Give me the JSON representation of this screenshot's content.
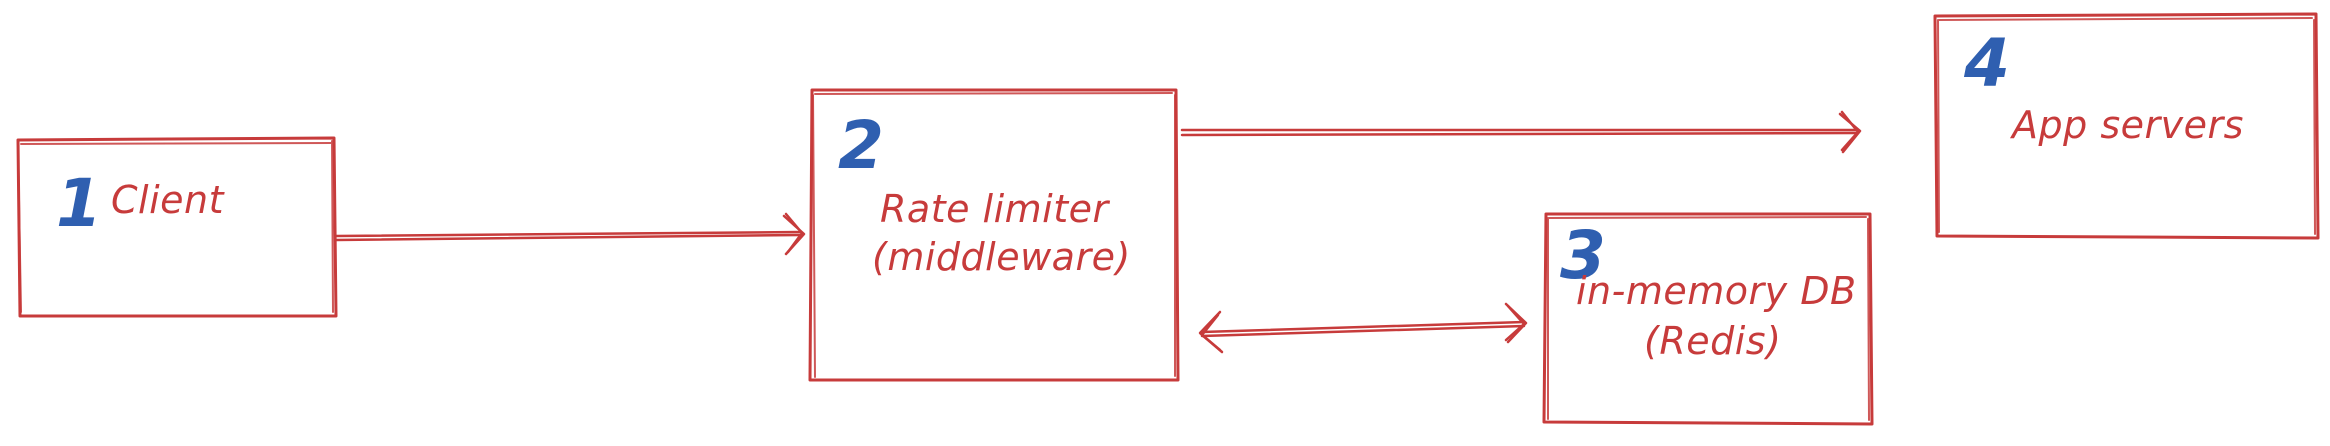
{
  "nodes": {
    "client": {
      "number": "1",
      "label": "Client"
    },
    "rate_limiter": {
      "number": "2",
      "label_line1": "Rate limiter",
      "label_line2": "(middleware)"
    },
    "redis": {
      "number": "3",
      "label_line1": "in-memory DB",
      "label_line2": "(Redis)"
    },
    "app_servers": {
      "number": "4",
      "label": "App servers"
    }
  },
  "colors": {
    "stroke": "#c73b3b",
    "number": "#2f5fb0",
    "background": "#ffffff"
  }
}
